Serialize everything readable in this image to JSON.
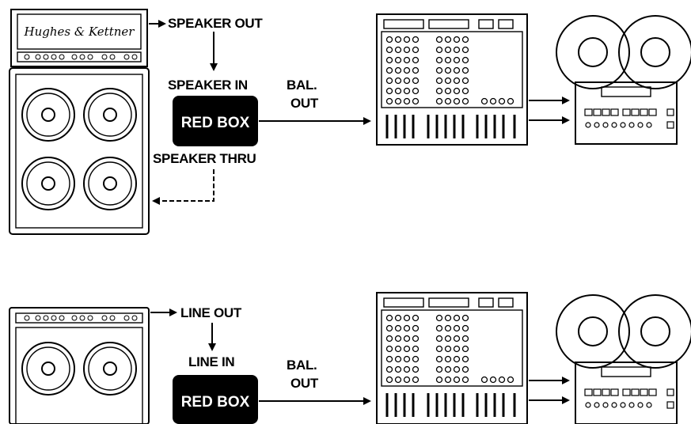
{
  "diagram": {
    "top": {
      "amp_logo": "Hughes & Kettner",
      "speaker_out": "SPEAKER OUT",
      "speaker_in": "SPEAKER IN",
      "box_label": "RED BOX",
      "bal_out_line1": "BAL.",
      "bal_out_line2": "OUT",
      "speaker_thru": "SPEAKER THRU"
    },
    "bottom": {
      "line_out": "LINE OUT",
      "line_in": "LINE IN",
      "box_label": "RED BOX",
      "bal_out_line1": "BAL.",
      "bal_out_line2": "OUT"
    }
  },
  "colors": {
    "ink": "#000000",
    "paper": "#ffffff"
  }
}
